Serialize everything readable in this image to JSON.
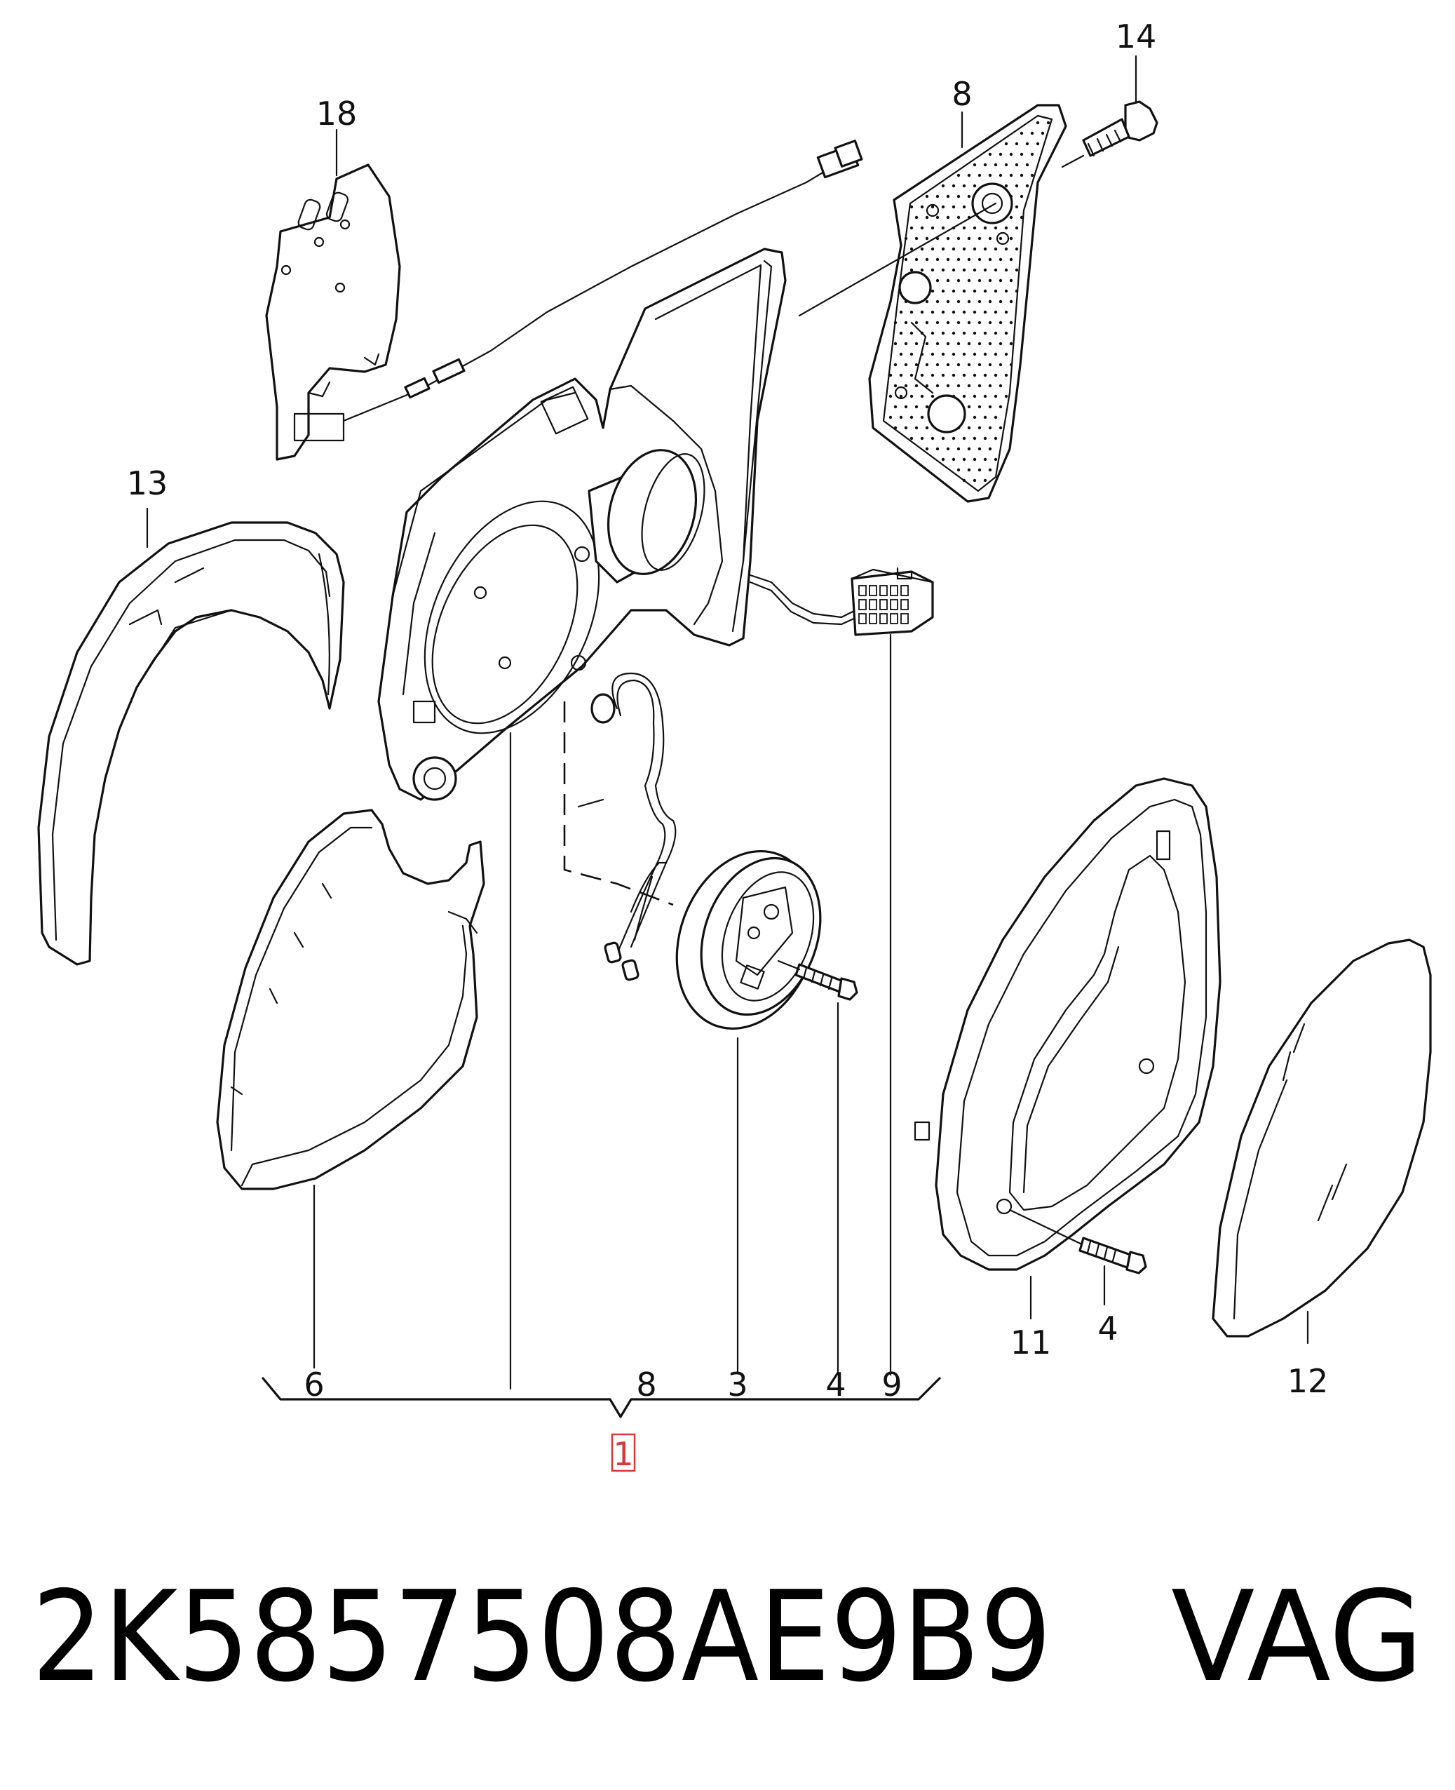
{
  "callouts": {
    "c14": "14",
    "c8_top": "8",
    "c18": "18",
    "c13": "13",
    "c9": "9",
    "c3": "3",
    "c4_mid": "4",
    "c8_bottom": "8",
    "c6": "6",
    "c11": "11",
    "c4_right": "4",
    "c12": "12",
    "c1": "1"
  },
  "footer": {
    "part_number": "2K5857508AE9B9",
    "brand": "VAG"
  },
  "colors": {
    "line": "#111111",
    "highlight": "#d43a3a"
  }
}
